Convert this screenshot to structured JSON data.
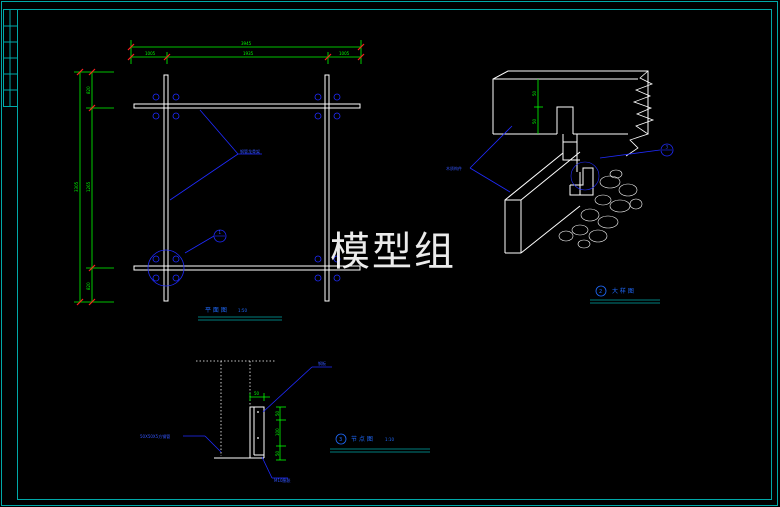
{
  "watermark": "模型组",
  "colors": {
    "background": "#000000",
    "border": "#00a8a8",
    "dimension": "#00ff00",
    "leader": "#1f2bff",
    "geometry": "#ffffff",
    "tick": "#ff2020",
    "title": "#1f6bff",
    "text_small": "#3355ff"
  },
  "plan": {
    "dims_top": [
      "3945",
      "1005",
      "1935",
      "1005"
    ],
    "dims_left": [
      "820",
      "1265",
      "3305",
      "820"
    ],
    "leader_label": "钢管龙骨架",
    "callout_number": "1",
    "title": "平 面 图",
    "scale": "1:50"
  },
  "elevation": {
    "callout_number": "2",
    "title": "大 样 图",
    "leader_label": "木质构件"
  },
  "detail": {
    "callout_number": "3",
    "title": "节 点 图",
    "scale": "1:10",
    "label_top": "钢板",
    "label_left": "50X50X5方钢管",
    "label_bottom": "M10膨胀",
    "dims_right": [
      "50",
      "100",
      "50"
    ],
    "dim_top": "50"
  }
}
